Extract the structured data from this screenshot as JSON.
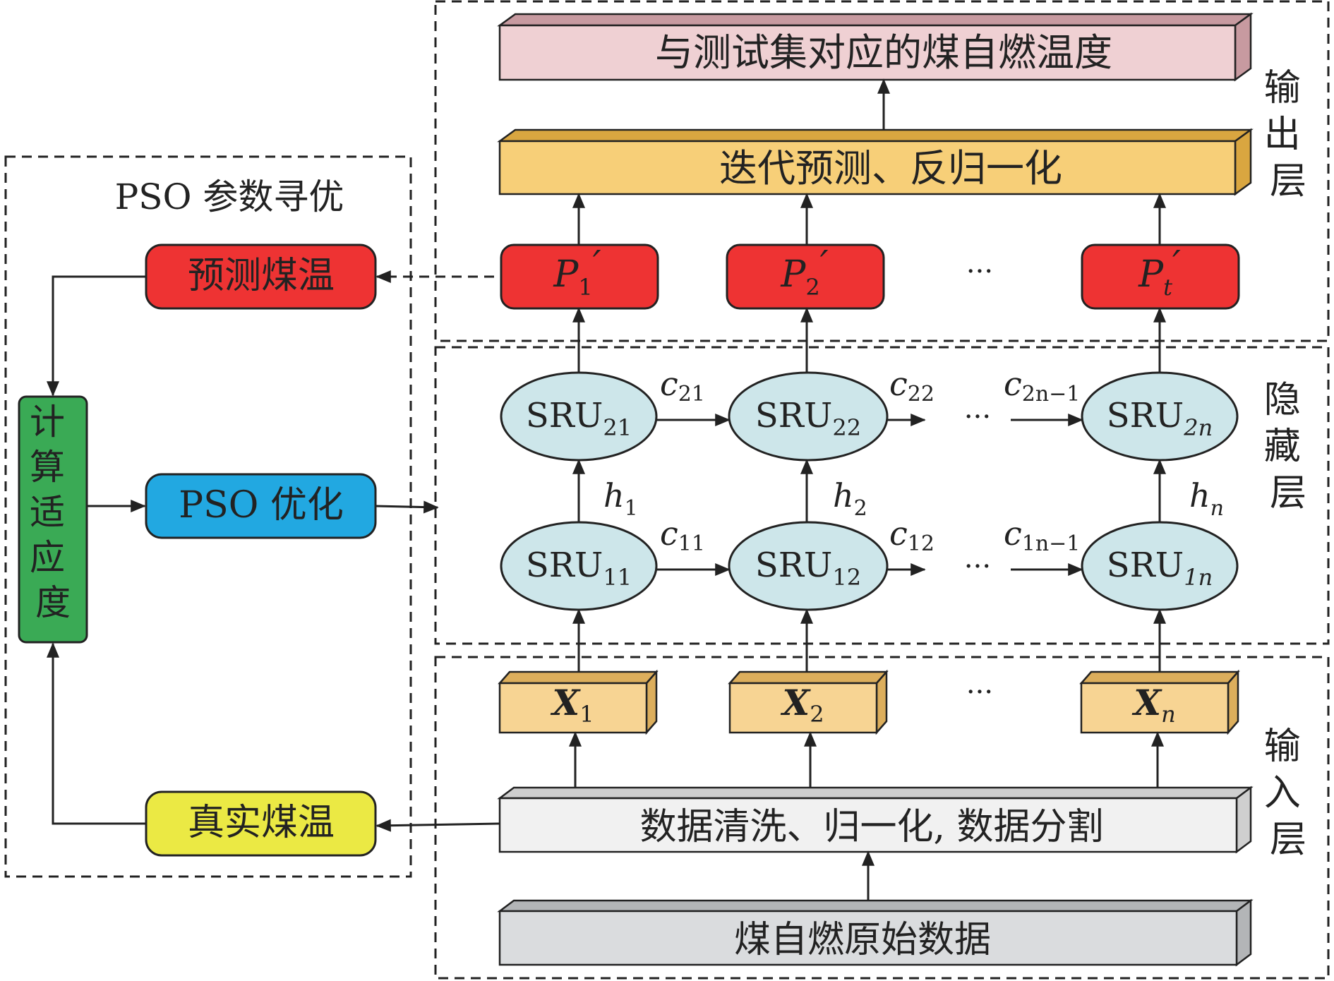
{
  "diagram": {
    "pso_group": {
      "title": "PSO 参数寻优"
    },
    "layers": {
      "output": "输出层",
      "hidden": "隐藏层",
      "input": "输入层"
    },
    "boxes": {
      "output_final": "与测试集对应的煤自燃温度",
      "iterative_predict": "迭代预测、反归一化",
      "data_clean": "数据清洗、归一化, 数据分割",
      "raw_data": "煤自燃原始数据",
      "predicted_temp": "预测煤温",
      "true_temp": "真实煤温",
      "pso_optimize": "PSO 优化",
      "fitness": "计算适应度"
    },
    "predictions": [
      {
        "main": "P",
        "sub": "1",
        "prime": "′"
      },
      {
        "main": "P",
        "sub": "2",
        "prime": "′"
      },
      {
        "main": "P",
        "sub": "t",
        "prime": "′"
      }
    ],
    "inputs": [
      {
        "main": "X",
        "sub": "1"
      },
      {
        "main": "X",
        "sub": "2"
      },
      {
        "main": "X",
        "sub": "n"
      }
    ],
    "sru_top": [
      {
        "main": "SRU",
        "sub": "21"
      },
      {
        "main": "SRU",
        "sub": "22"
      },
      {
        "main": "SRU",
        "sub": "2n"
      }
    ],
    "sru_bottom": [
      {
        "main": "SRU",
        "sub": "11"
      },
      {
        "main": "SRU",
        "sub": "12"
      },
      {
        "main": "SRU",
        "sub": "1n"
      }
    ],
    "hidden_states": [
      {
        "main": "h",
        "sub": "1"
      },
      {
        "main": "h",
        "sub": "2"
      },
      {
        "main": "h",
        "sub": "n"
      }
    ],
    "cell_states_top": [
      {
        "main": "c",
        "sub": "21"
      },
      {
        "main": "c",
        "sub": "22"
      },
      {
        "main": "c",
        "sub": "2n−1"
      }
    ],
    "cell_states_bottom": [
      {
        "main": "c",
        "sub": "11"
      },
      {
        "main": "c",
        "sub": "12"
      },
      {
        "main": "c",
        "sub": "1n−1"
      }
    ],
    "ellipsis": "···"
  },
  "colors": {
    "output_final": "#efd0d3",
    "iterative_predict": "#f7cf78",
    "prediction": "#ee3333",
    "sru": "#cde6ea",
    "input_x": "#f7d493",
    "data_clean": "#f1f1f1",
    "raw_data": "#dadcde",
    "true_temp": "#ebe944",
    "pso_optimize": "#22a8e1",
    "fitness": "#3aaa55"
  }
}
